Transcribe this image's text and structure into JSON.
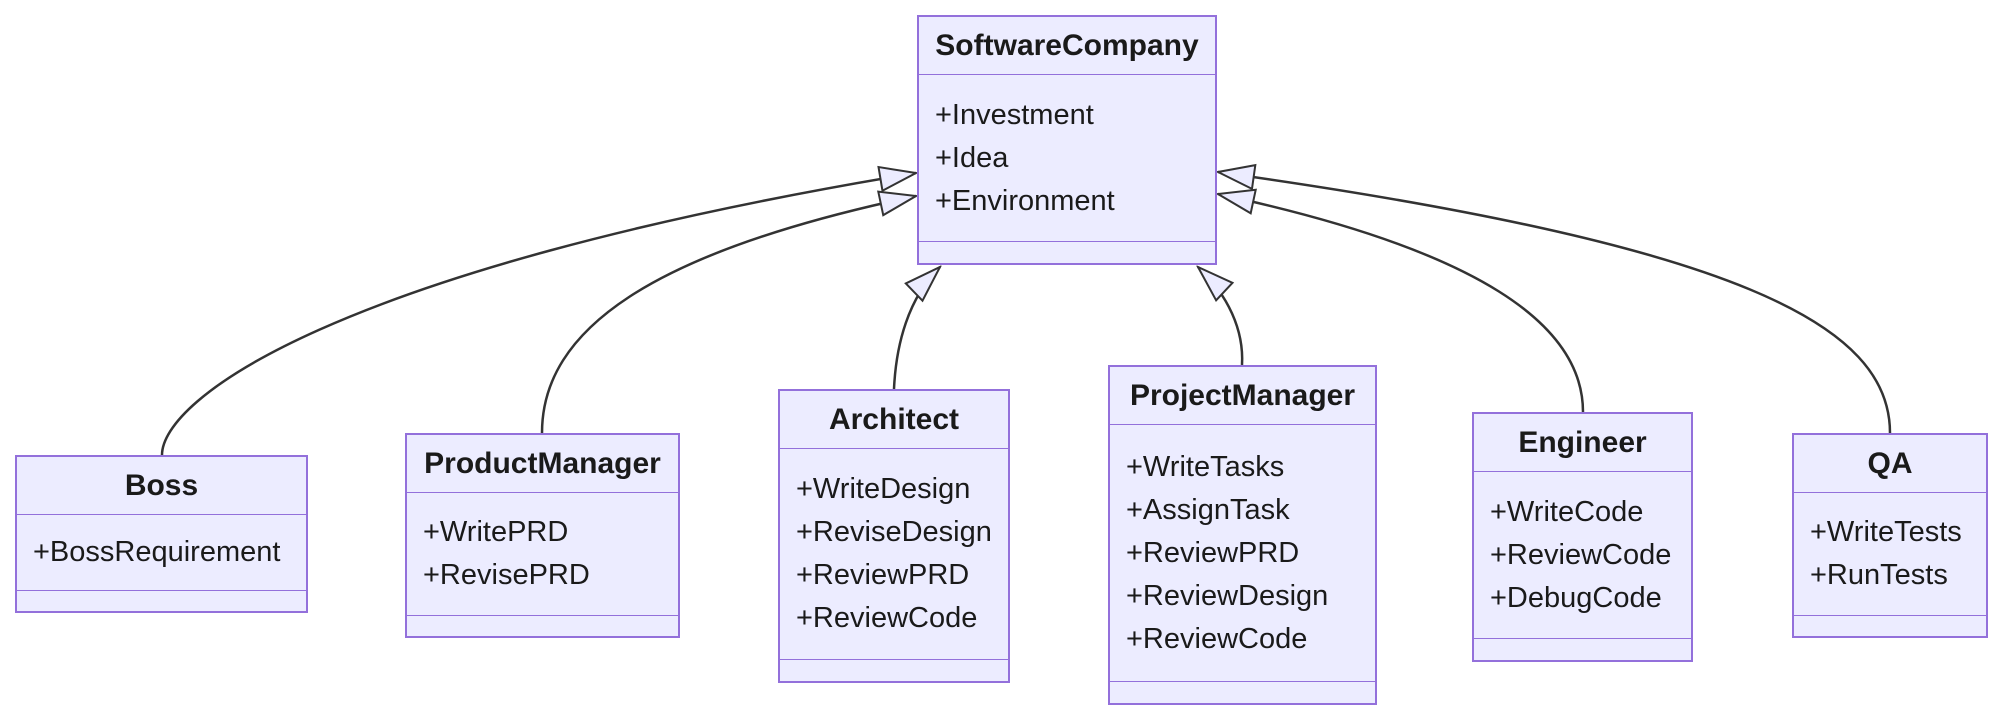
{
  "diagram": {
    "type": "uml-class-diagram",
    "colors": {
      "box_fill": "#ECECFF",
      "box_border": "#9370DB",
      "edge_stroke": "#333333",
      "arrowhead_fill": "#ECECFF",
      "text": "#1a1a1a",
      "background": "#ffffff"
    },
    "classes": [
      {
        "name": "SoftwareCompany",
        "members": [
          "+Investment",
          "+Idea",
          "+Environment"
        ]
      },
      {
        "name": "Boss",
        "members": [
          "+BossRequirement"
        ]
      },
      {
        "name": "ProductManager",
        "members": [
          "+WritePRD",
          "+RevisePRD"
        ]
      },
      {
        "name": "Architect",
        "members": [
          "+WriteDesign",
          "+ReviseDesign",
          "+ReviewPRD",
          "+ReviewCode"
        ]
      },
      {
        "name": "ProjectManager",
        "members": [
          "+WriteTasks",
          "+AssignTask",
          "+ReviewPRD",
          "+ReviewDesign",
          "+ReviewCode"
        ]
      },
      {
        "name": "Engineer",
        "members": [
          "+WriteCode",
          "+ReviewCode",
          "+DebugCode"
        ]
      },
      {
        "name": "QA",
        "members": [
          "+WriteTests",
          "+RunTests"
        ]
      }
    ],
    "relations": [
      {
        "from": "Boss",
        "to": "SoftwareCompany",
        "type": "inheritance"
      },
      {
        "from": "ProductManager",
        "to": "SoftwareCompany",
        "type": "inheritance"
      },
      {
        "from": "Architect",
        "to": "SoftwareCompany",
        "type": "inheritance"
      },
      {
        "from": "ProjectManager",
        "to": "SoftwareCompany",
        "type": "inheritance"
      },
      {
        "from": "Engineer",
        "to": "SoftwareCompany",
        "type": "inheritance"
      },
      {
        "from": "QA",
        "to": "SoftwareCompany",
        "type": "inheritance"
      }
    ]
  }
}
